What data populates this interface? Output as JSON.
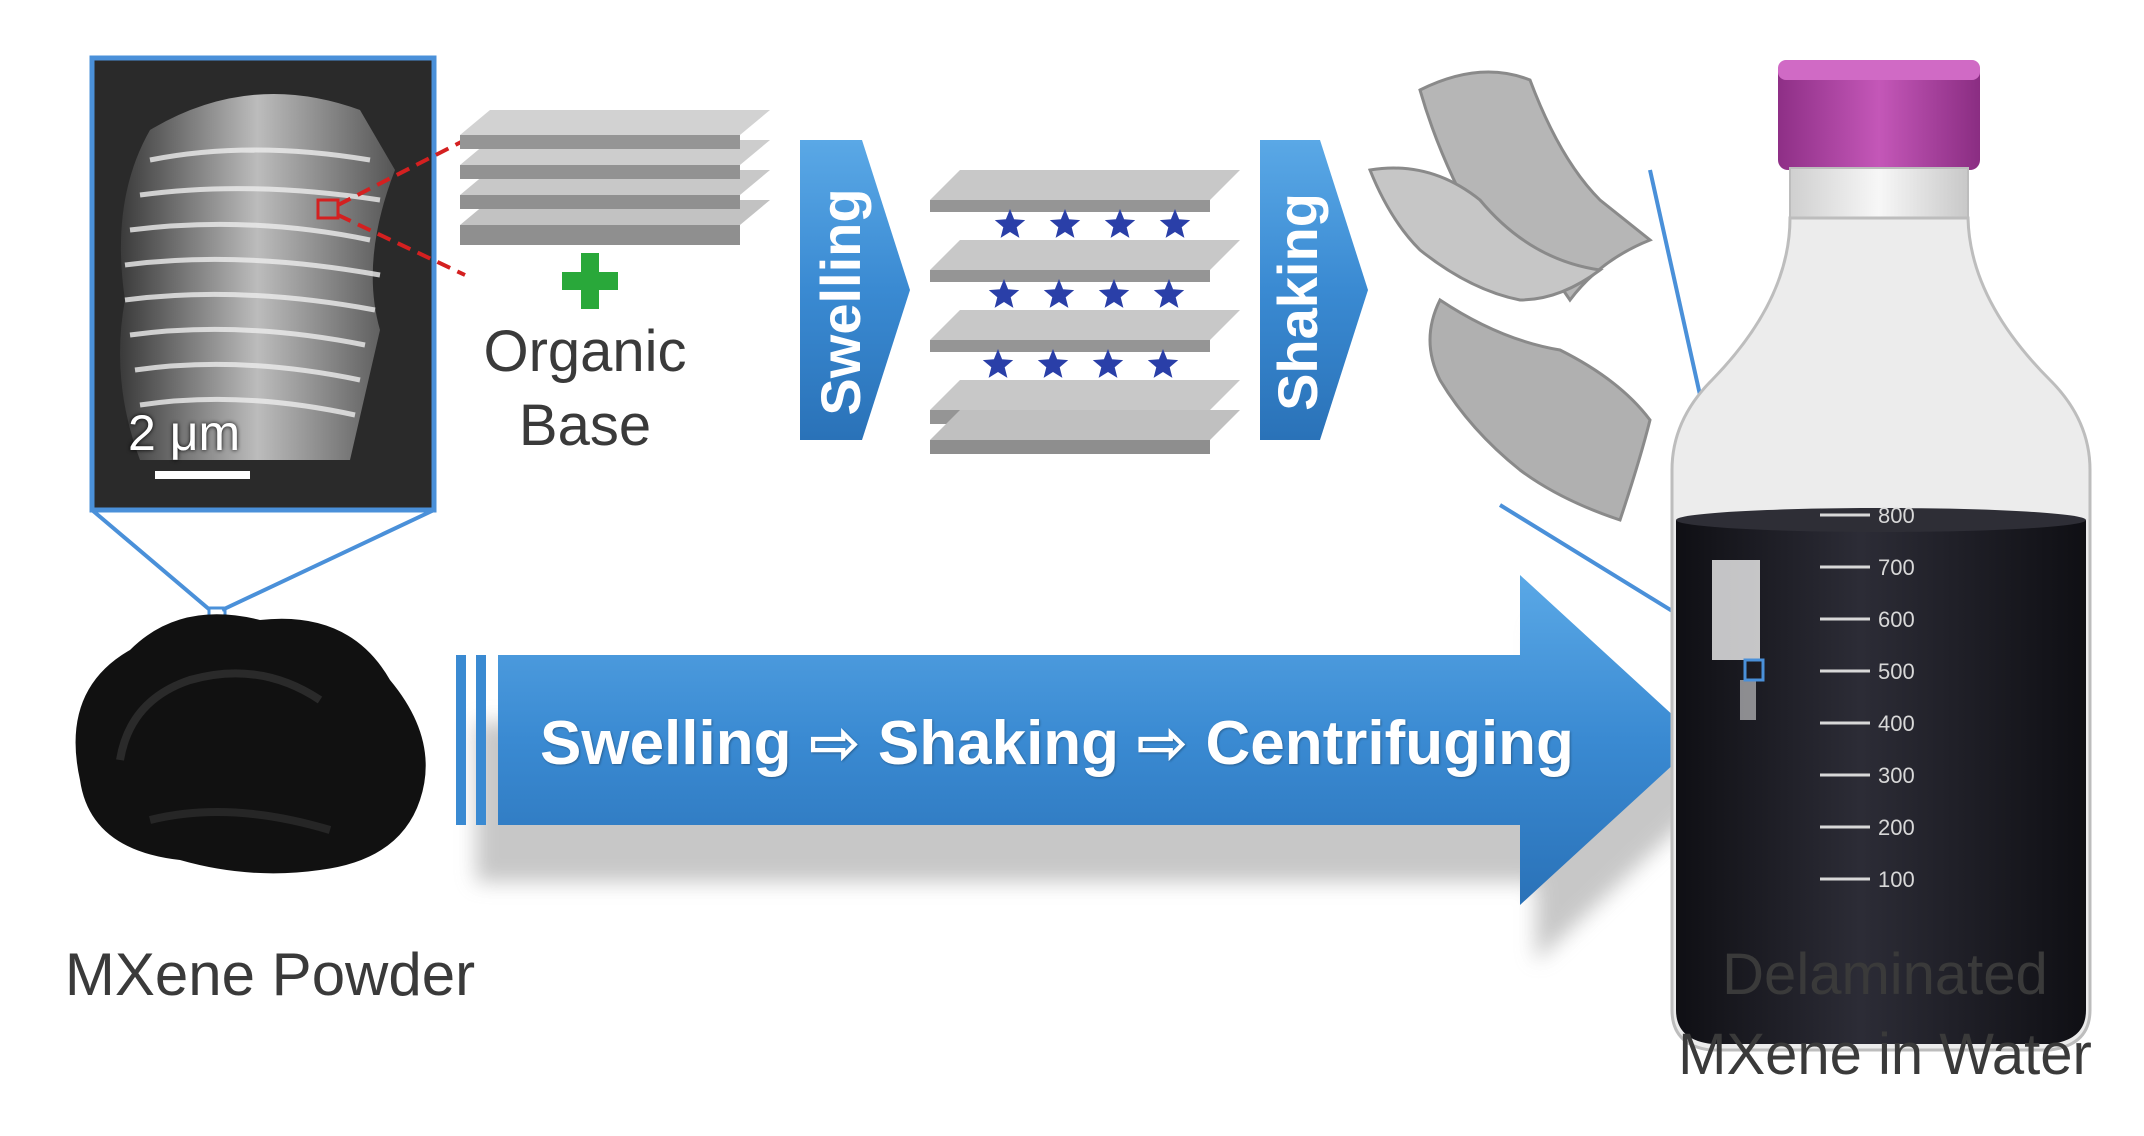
{
  "figure": {
    "sem_scale_label": "2 μm",
    "organic_base_label": "Organic Base",
    "step1_label": "Swelling",
    "step2_label": "Shaking",
    "process_label": "Swelling ⇨ Shaking ⇨ Centrifuging",
    "powder_label": "MXene Powder",
    "result_label": "Delaminated MXene in Water",
    "bottle_graduations": [
      "800",
      "700",
      "600",
      "500",
      "400",
      "300",
      "200",
      "100"
    ]
  },
  "colors": {
    "arrow_blue": "#3d8fd6",
    "plus_green": "#29a83a",
    "sheet_gray": "#a9a9a9",
    "star_blue": "#2a3fa8",
    "cap_purple": "#b445a8",
    "liquid": "#1e1e26"
  }
}
